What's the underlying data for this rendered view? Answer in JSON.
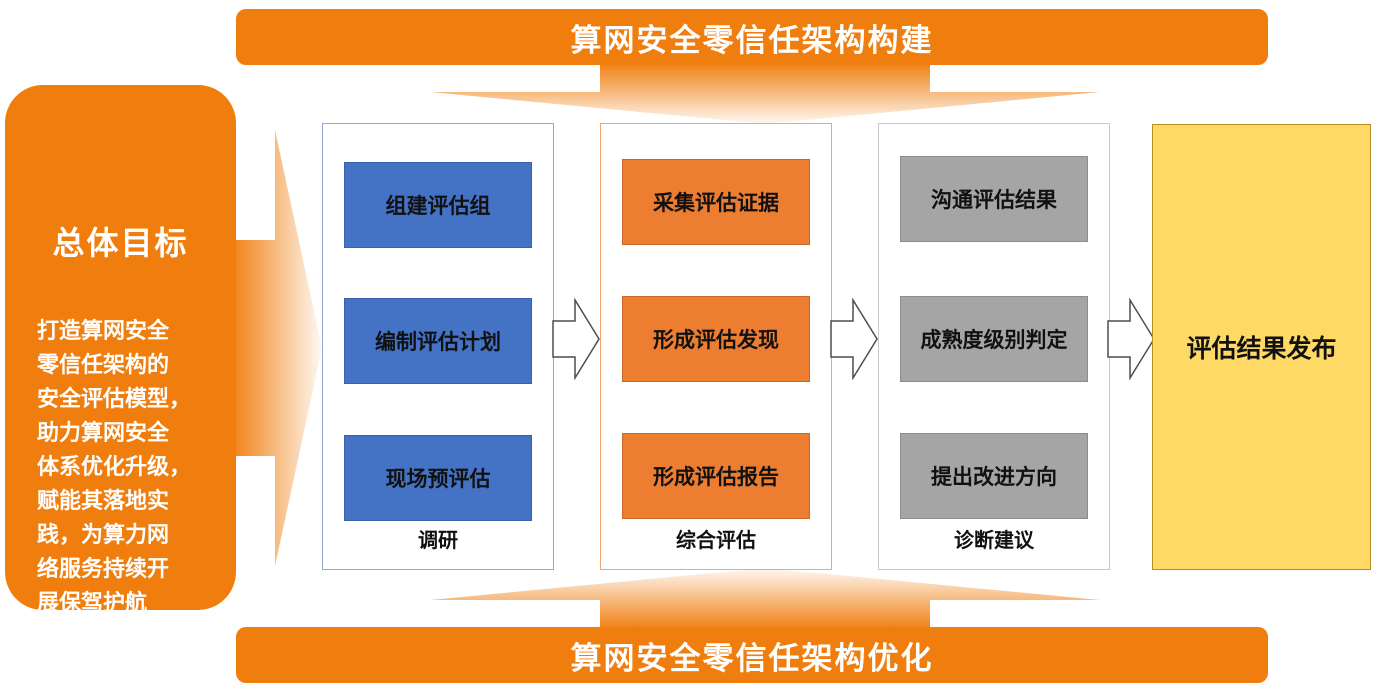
{
  "colors": {
    "orange_accent": "#f07e0f",
    "step_blue": "#4472c4",
    "step_orange": "#ed7d31",
    "step_gray": "#a5a5a5",
    "result_yellow": "#ffd966"
  },
  "banner_top": "算网安全零信任架构构建",
  "banner_bottom": "算网安全零信任架构优化",
  "goal": {
    "title": "总体目标",
    "text": "打造算网安全\n零信任架构的\n安全评估模型，\n助力算网安全\n体系优化升级，\n赋能其落地实\n践，为算力网\n络服务持续开\n展保驾护航"
  },
  "stages": [
    {
      "label": "调研",
      "steps": [
        "组建评估组",
        "编制评估计划",
        "现场预评估"
      ]
    },
    {
      "label": "综合评估",
      "steps": [
        "采集评估证据",
        "形成评估发现",
        "形成评估报告"
      ]
    },
    {
      "label": "诊断建议",
      "steps": [
        "沟通评估结果",
        "成熟度级别判定",
        "提出改进方向"
      ]
    }
  ],
  "result": "评估结果发布",
  "icons": {
    "flow": "hollow-right-arrow-icon",
    "big": "gradient-arrow-icon"
  }
}
